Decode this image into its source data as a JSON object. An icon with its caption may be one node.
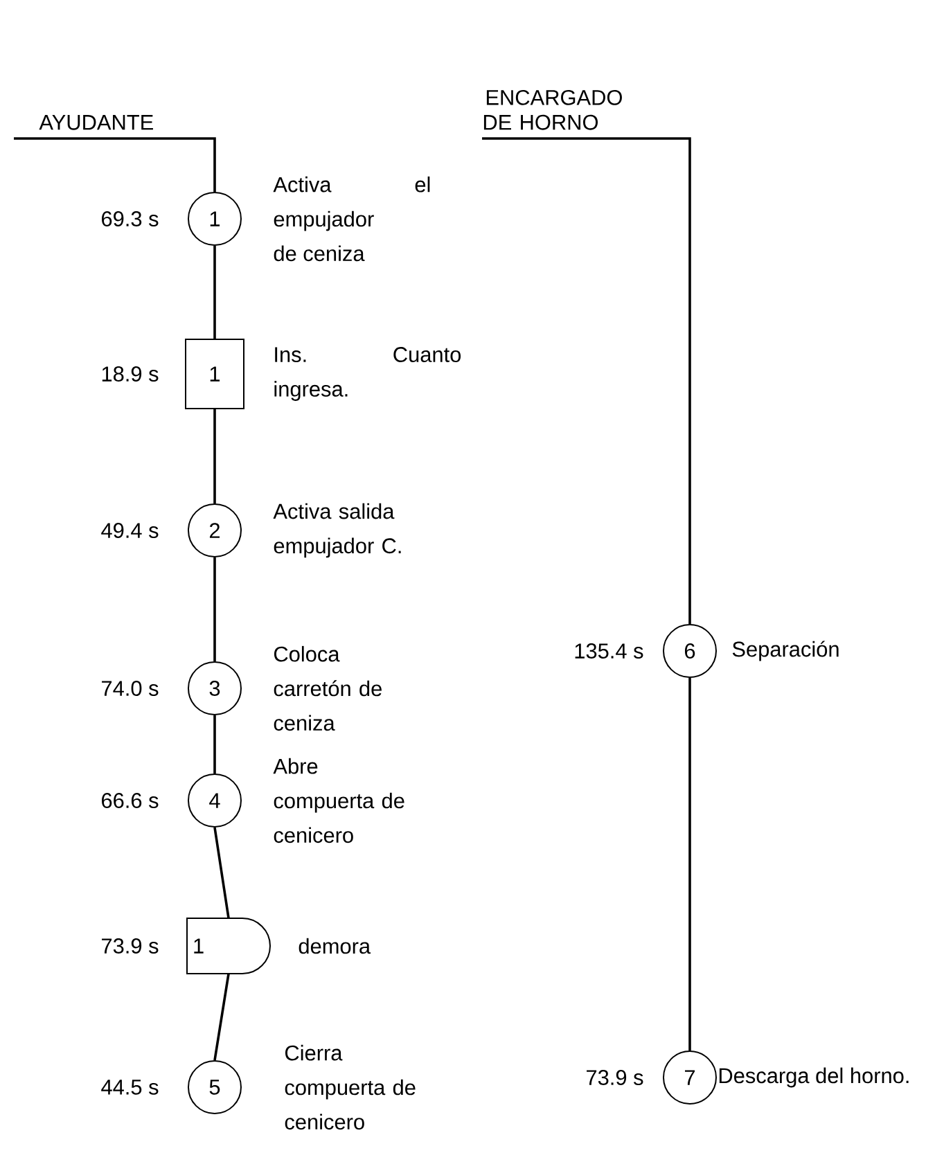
{
  "diagram": {
    "nodes": [
      {
        "text": [
          "AYUDANTE"
        ]
      },
      {
        "text": [
          "1",
          "Activa el empujador de ceniza"
        ],
        "beside": [
          "69.3 s"
        ]
      },
      {
        "text": [
          "1",
          "Ins. Cuanto ingresa."
        ],
        "beside": [
          "18.9 s"
        ]
      },
      {
        "text": [
          "2",
          "Activa salida empujador C."
        ],
        "beside": [
          "49.4 s"
        ]
      },
      {
        "text": [
          "3",
          "Coloca carretón de ceniza"
        ],
        "beside": [
          "74.0 s"
        ]
      },
      {
        "text": [
          "4",
          "Abre compuerta de cenicero"
        ],
        "beside": [
          "66.6 s"
        ]
      },
      {
        "text": [
          "1",
          "demora"
        ],
        "beside": [
          "73.9 s"
        ]
      },
      {
        "text": [
          "5",
          "Cierra compuerta de cenicero"
        ],
        "beside": [
          "44.5 s"
        ]
      },
      {
        "text": [
          "ENCARGADO DE HORNO"
        ]
      },
      {
        "text": [
          "6",
          "Separación"
        ],
        "beside": [
          "135.4 s"
        ]
      },
      {
        "text": [
          "7",
          "Descarga del horno."
        ],
        "beside": [
          "73.9 s"
        ]
      }
    ],
    "edges": [
      {
        "from": 0,
        "to": 1,
        "arrow": "none"
      },
      {
        "from": 1,
        "to": 2,
        "arrow": "none"
      },
      {
        "from": 2,
        "to": 3,
        "arrow": "none"
      },
      {
        "from": 3,
        "to": 4,
        "arrow": "none"
      },
      {
        "from": 4,
        "to": 5,
        "arrow": "none"
      },
      {
        "from": 5,
        "to": 6,
        "arrow": "none"
      },
      {
        "from": 6,
        "to": 7,
        "arrow": "none"
      },
      {
        "from": 8,
        "to": 9,
        "arrow": "none"
      },
      {
        "from": 9,
        "to": 10,
        "arrow": "none"
      }
    ]
  }
}
